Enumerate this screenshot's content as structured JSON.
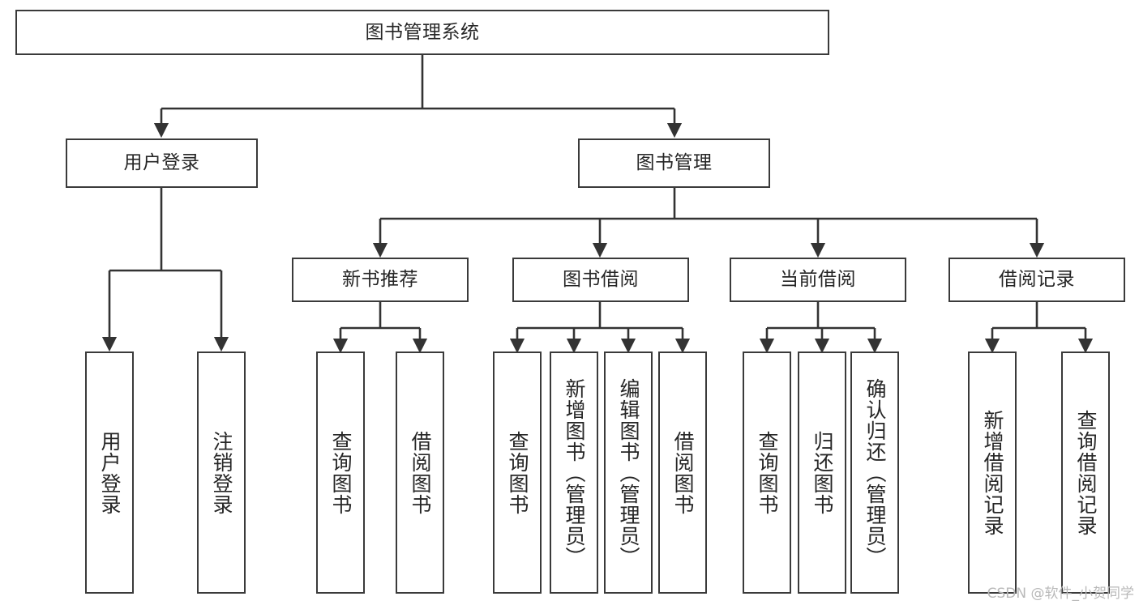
{
  "diagram": {
    "type": "tree-hierarchy-chart",
    "title": "图书管理系统",
    "orientation": "top-down",
    "box_border_color": "#3a3a3a",
    "box_fill_color": "#ffffff",
    "text_color": "#262626",
    "connector_color": "#333333"
  },
  "nodes": {
    "root": {
      "label": "图书管理系统",
      "level": 1
    },
    "level2": [
      {
        "id": "user-login",
        "label": "用户登录"
      },
      {
        "id": "book-management",
        "label": "图书管理"
      }
    ],
    "level3": [
      {
        "id": "new-book-recommend",
        "label": "新书推荐"
      },
      {
        "id": "book-borrow",
        "label": "图书借阅"
      },
      {
        "id": "current-borrow",
        "label": "当前借阅"
      },
      {
        "id": "borrow-record",
        "label": "借阅记录"
      }
    ],
    "leaves": {
      "user-login": [
        {
          "id": "leaf-user-login",
          "label": "用户登录"
        },
        {
          "id": "leaf-user-logout",
          "label": "注销登录"
        }
      ],
      "new-book-recommend": [
        {
          "id": "leaf-query-book-1",
          "label": "查询图书"
        },
        {
          "id": "leaf-borrow-book-1",
          "label": "借阅图书"
        }
      ],
      "book-borrow": [
        {
          "id": "leaf-query-book-2",
          "label": "查询图书"
        },
        {
          "id": "leaf-add-book",
          "label": "新增图书（管理员）"
        },
        {
          "id": "leaf-edit-book",
          "label": "编辑图书（管理员）"
        },
        {
          "id": "leaf-borrow-book-2",
          "label": "借阅图书"
        }
      ],
      "current-borrow": [
        {
          "id": "leaf-query-book-3",
          "label": "查询图书"
        },
        {
          "id": "leaf-return-book",
          "label": "归还图书"
        },
        {
          "id": "leaf-confirm-return",
          "label": "确认归还（管理员）"
        }
      ],
      "borrow-record": [
        {
          "id": "leaf-add-record",
          "label": "新增借阅记录"
        },
        {
          "id": "leaf-query-record",
          "label": "查询借阅记录"
        }
      ]
    }
  },
  "watermark": {
    "text": "CSDN @软件_小贺同学"
  }
}
